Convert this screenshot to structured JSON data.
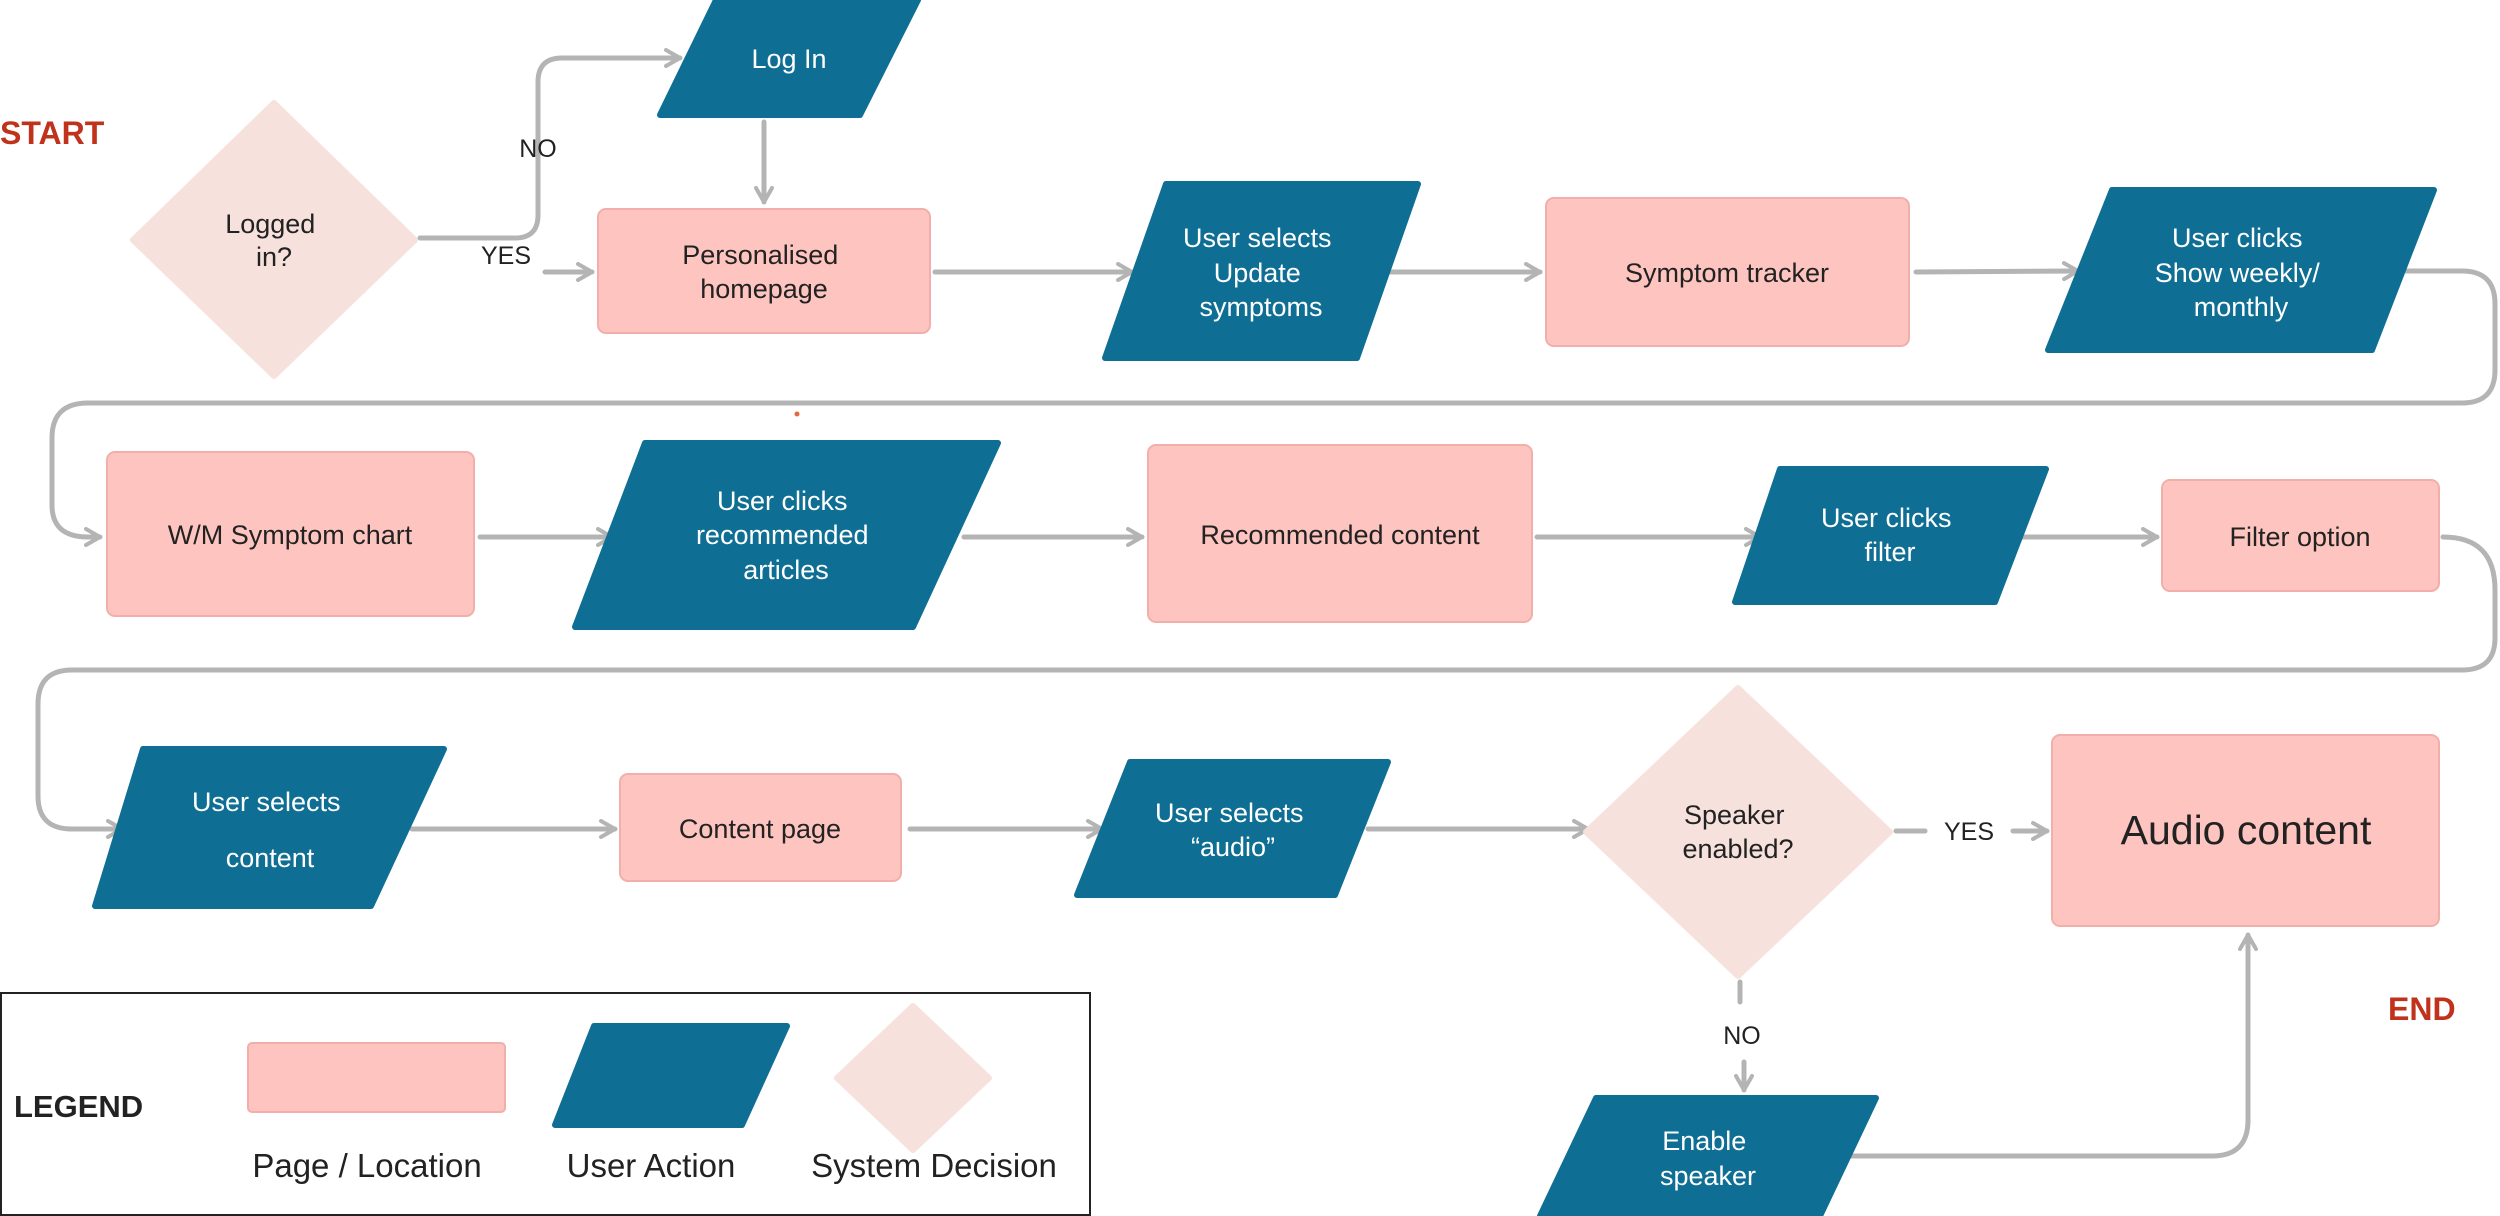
{
  "diagram": {
    "start_label": "START",
    "end_label": "END",
    "colors": {
      "page": "#FEC5C0",
      "page_border": "#F2AFAA",
      "action": "#0F6E93",
      "decision": "#F7E1DC",
      "connector": "#B4B4B4",
      "terminal_text": "#C0321B",
      "dark_text": "#222222",
      "light_text": "#FFFFFF"
    },
    "nodes": {
      "logged_in": {
        "type": "decision",
        "lines": [
          "Logged",
          "in?"
        ]
      },
      "log_in": {
        "type": "action",
        "lines": [
          "Log In"
        ]
      },
      "personalised_homepage": {
        "type": "page",
        "lines": [
          "Personalised",
          "homepage"
        ]
      },
      "update_symptoms": {
        "type": "action",
        "lines": [
          "User selects",
          "Update",
          "symptoms"
        ]
      },
      "symptom_tracker": {
        "type": "page",
        "lines": [
          "Symptom tracker"
        ]
      },
      "show_weekly_monthly": {
        "type": "action",
        "lines": [
          "User clicks",
          "Show weekly/",
          "monthly"
        ]
      },
      "wm_symptom_chart": {
        "type": "page",
        "lines": [
          "W/M Symptom chart"
        ]
      },
      "clicks_recommended": {
        "type": "action",
        "lines": [
          "User clicks",
          "recommended",
          "articles"
        ]
      },
      "recommended_content": {
        "type": "page",
        "lines": [
          "Recommended content"
        ]
      },
      "clicks_filter": {
        "type": "action",
        "lines": [
          "User clicks",
          "filter"
        ]
      },
      "filter_option": {
        "type": "page",
        "lines": [
          "Filter option"
        ]
      },
      "selects_content": {
        "type": "action",
        "lines": [
          "User selects",
          "content"
        ]
      },
      "content_page": {
        "type": "page",
        "lines": [
          "Content page"
        ]
      },
      "selects_audio": {
        "type": "action",
        "lines": [
          "User selects",
          "“audio”"
        ]
      },
      "speaker_enabled": {
        "type": "decision",
        "lines": [
          "Speaker",
          "enabled?"
        ]
      },
      "audio_content": {
        "type": "page",
        "lines": [
          "Audio content"
        ]
      },
      "enable_speaker": {
        "type": "action",
        "lines": [
          "Enable",
          "speaker"
        ]
      }
    },
    "edge_labels": {
      "logged_in_no": "NO",
      "logged_in_yes": "YES",
      "speaker_yes": "YES",
      "speaker_no": "NO"
    },
    "legend": {
      "title": "LEGEND",
      "items": [
        {
          "type": "page",
          "label": "Page / Location"
        },
        {
          "type": "action",
          "label": "User Action"
        },
        {
          "type": "decision",
          "label": "System Decision"
        }
      ]
    }
  }
}
